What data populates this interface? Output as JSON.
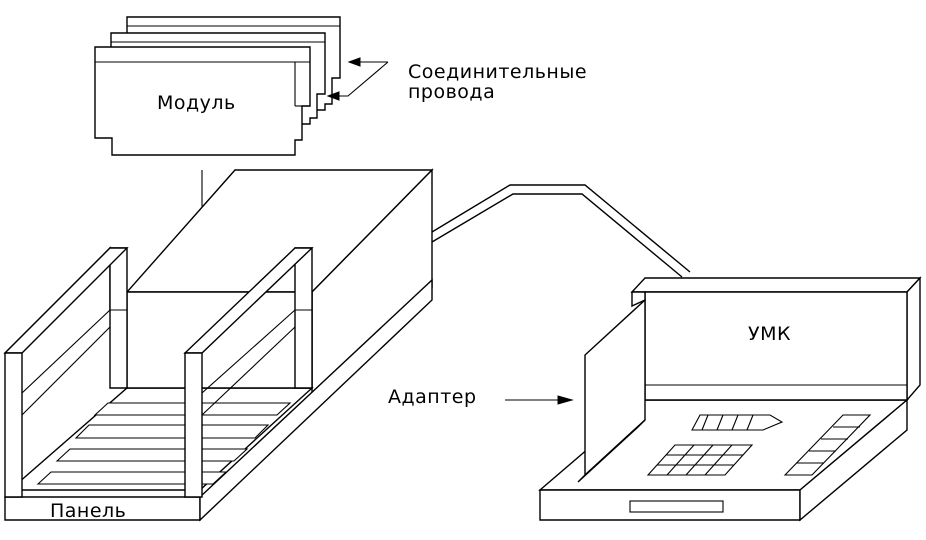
{
  "labels": {
    "module": "Модуль",
    "wires_line1": "Соединительные",
    "wires_line2": "провода",
    "panel": "Панель",
    "adapter": "Адаптер",
    "umk": "УМК"
  }
}
